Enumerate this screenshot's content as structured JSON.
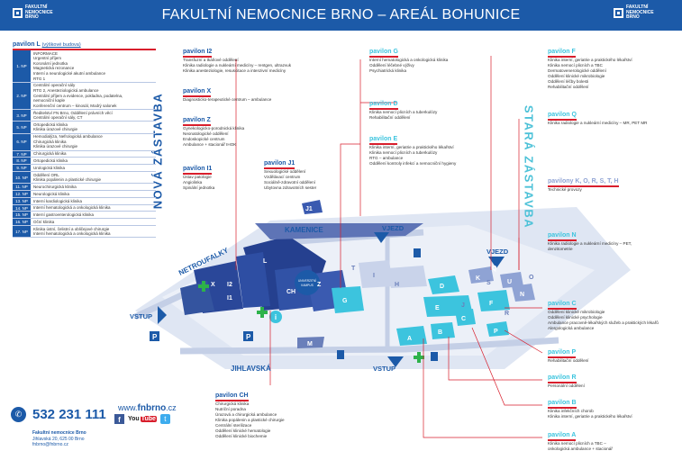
{
  "header": {
    "title": "FAKULTNÍ NEMOCNICE BRNO – AREÁL BOHUNICE",
    "logo_lines": [
      "FAKULTNÍ",
      "NEMOCNICE",
      "BRNO"
    ]
  },
  "colors": {
    "blue": "#1c5aa8",
    "red": "#d81e2c",
    "cyan": "#3cc4de",
    "green": "#2db24a"
  },
  "zones": {
    "nova": "NOVÁ ZÁSTAVBA",
    "stara": "STARÁ ZÁSTAVBA"
  },
  "pavilion_L": {
    "title": "pavilon L",
    "subtitle": "(výškové budova)",
    "floors": [
      {
        "label": "1. NP",
        "lines": [
          "INFORMACE",
          "Urgentní příjem",
          "Koronární jednotka",
          "Magnetická rezonance",
          "Interní a neurologické akutní ambulance",
          "RTG 1"
        ]
      },
      {
        "label": "2. NP",
        "lines": [
          "Centrální operační sály",
          "RTG 2, Anesteziologická ambulance",
          "Centrální příjem a evidence, pokladna, podatelna,",
          "nemocniční kaple",
          "Konferenční centrum – kinosál, Modrý salonek"
        ]
      },
      {
        "label": "3. NP",
        "lines": [
          "Ředitelství FN Brno, Oddělení právních věcí",
          "Centrální operační sály, CT"
        ]
      },
      {
        "label": "5. NP",
        "lines": [
          "Ortopedická klinika",
          "Klinika úrazové chirurgie"
        ]
      },
      {
        "label": "6. NP",
        "lines": [
          "Hemodialýza, Nefrologická ambulance",
          "Chirurgická klinika",
          "Klinika úrazové chirurgie"
        ]
      },
      {
        "label": "7. NP",
        "lines": [
          "Chirurgická klinika"
        ]
      },
      {
        "label": "8. NP",
        "lines": [
          "Ortopedická klinika"
        ]
      },
      {
        "label": "9. NP",
        "lines": [
          "Urologická klinika"
        ]
      },
      {
        "label": "10. NP",
        "lines": [
          "Oddělení ORL",
          "Klinika popálenin a plastické chirurgie"
        ]
      },
      {
        "label": "11. NP",
        "lines": [
          "Neurochirurgická klinika"
        ]
      },
      {
        "label": "12. NP",
        "lines": [
          "Neurologická klinika"
        ]
      },
      {
        "label": "13. NP",
        "lines": [
          "Interní kardiologická klinika"
        ]
      },
      {
        "label": "14. NP",
        "lines": [
          "Interní hematologická a onkologická klinika"
        ]
      },
      {
        "label": "15. NP",
        "lines": [
          "Interní gastroenterologická klinika"
        ]
      },
      {
        "label": "16. NP",
        "lines": [
          "Oční klinika"
        ]
      },
      {
        "label": "17. NP",
        "lines": [
          "Klinika ústní, čelistní a obličejové chirurgie",
          "Interní hematologická a onkologická klinika"
        ]
      }
    ]
  },
  "pavilion_I2": {
    "title": "pavilon I2",
    "lines": [
      "Transfuzní a tkáňové oddělení",
      "Klinika radiologie a nukleární medicíny – rentgen, ultrazvuk",
      "Klinika anesteziologie, resuscitace a intenzivní medicíny"
    ]
  },
  "pavilion_X": {
    "title": "pavilon X",
    "lines": [
      "Diagnosticko-terapeutické centrum – ambulance"
    ]
  },
  "pavilion_Z": {
    "title": "pavilon Z",
    "lines": [
      "Gynekologicko-porodnická klinika",
      "Neonatologické oddělení",
      "Endoskopické centrum",
      "Ambulance + stacionář IHOK"
    ]
  },
  "pavilion_I1": {
    "title": "pavilon I1",
    "lines": [
      "Ústav patologie",
      "Angiolinka",
      "Spinální jednotka"
    ]
  },
  "pavilion_J1": {
    "title": "pavilon J1",
    "lines": [
      "Sexuologické oddělení",
      "Vzdělávací centrum",
      "Sociálně-zdravotní oddělení",
      "Ubytovna zdravotních sester"
    ]
  },
  "pavilion_G": {
    "title": "pavilon G",
    "lines": [
      "Interní hematologická a onkologická klinika",
      "Oddělení léčebné výživy",
      "Psychiatrická klinika"
    ]
  },
  "pavilion_D": {
    "title": "pavilon D",
    "lines": [
      "Klinika nemocí plicních a tuberkulózy",
      "Rehabilitační oddělení"
    ]
  },
  "pavilion_E": {
    "title": "pavilon E",
    "lines": [
      "Klinika interní, geriatrie a praktického lékařství",
      "Klinika nemocí plicních a tuberkulózy",
      "RTG – ambulance",
      "Oddělení kontroly infekcí a nemocniční hygieny"
    ]
  },
  "pavilion_F": {
    "title": "pavilon F",
    "lines": [
      "Klinika interní, geriatrie a praktického lékařství",
      "Klinika nemocí plicních a TBC",
      "Dermatovenerologické oddělení",
      "Oddělení klinické mikrobiologie",
      "Oddělení léčby bolesti",
      "Rehabilitační oddělení"
    ]
  },
  "pavilion_Q": {
    "title": "pavilon Q",
    "lines": [
      "Klinika radiologie a nukleární medicíny – MR, PET MR"
    ]
  },
  "pavilion_KORSTH": {
    "title": "pavilony K, O, R, S, T, H",
    "lines": [
      "Technické provozy"
    ]
  },
  "pavilion_N": {
    "title": "pavilon N",
    "lines": [
      "Klinika radiologie a nukleární medicíny – PET,",
      "denzitometrie"
    ]
  },
  "pavilion_C": {
    "title": "pavilon C",
    "lines": [
      "Oddělení klinické mikrobiologie",
      "Oddělení klinické psychologie",
      "Ambulance pracovně-lékařských služeb a praktických lékařů",
      "Alergologická ambulance"
    ]
  },
  "pavilion_P": {
    "title": "pavilon P",
    "lines": [
      "Rehabilitační oddělení"
    ]
  },
  "pavilion_R": {
    "title": "pavilon R",
    "lines": [
      "Personální oddělení"
    ]
  },
  "pavilion_B": {
    "title": "pavilon B",
    "lines": [
      "Klinika infekčních chorob",
      "Klinika interní, geriatrie a praktického lékařství"
    ]
  },
  "pavilion_A": {
    "title": "pavilon A",
    "lines": [
      "Klinika nemocí plicních a TBC –",
      "onkologická ambulance + stacionář"
    ]
  },
  "pavilion_CH": {
    "title": "pavilon CH",
    "lines": [
      "Chirurgická klinika",
      "Nutriční poradna",
      "Úrazová a chirurgická ambulance",
      "Klinika popálenin a plastické chirurgie",
      "Centrální sterilizace",
      "Oddělení klinické hematologie",
      "Oddělení klinické biochemie"
    ]
  },
  "map": {
    "streets": {
      "netroufalky": "NETROUFALKY",
      "kamenice": "KAMENICE",
      "jihlavska": "JIHLAVSKÁ"
    },
    "entrances": {
      "vjezd_left": "VJEZD",
      "vjezd_right": "VJEZD",
      "vstup_left": "VSTUP",
      "vstup_bottom": "VSTUP"
    },
    "parking": "P",
    "campus": [
      "UNIVERZITNÍ",
      "KAMPUS"
    ],
    "building_letters": {
      "L": "L",
      "I2": "I2",
      "I1": "I1",
      "X": "X",
      "CH": "CH",
      "Z": "Z",
      "J1": "J1",
      "M": "M",
      "I": "I",
      "T": "T",
      "H": "H",
      "G": "G",
      "K": "K",
      "Q": "Q",
      "U": "U",
      "N": "N",
      "J": "J",
      "F": "F",
      "E": "E",
      "D": "D",
      "C": "C",
      "B": "B",
      "A": "A",
      "P": "P",
      "R": "R",
      "O": "O",
      "S": "S"
    }
  },
  "footer": {
    "phone": "532 231 111",
    "org": "Fakultní nemocnice Brno",
    "address": "Jihlavská 20, 625 00 Brno",
    "email": "fnbrno@fnbrno.cz",
    "web_prefix": "www.",
    "web_domain": "fnbrno",
    "web_suffix": ".cz",
    "youtube_prefix": "You",
    "youtube_suffix": "Tube"
  }
}
